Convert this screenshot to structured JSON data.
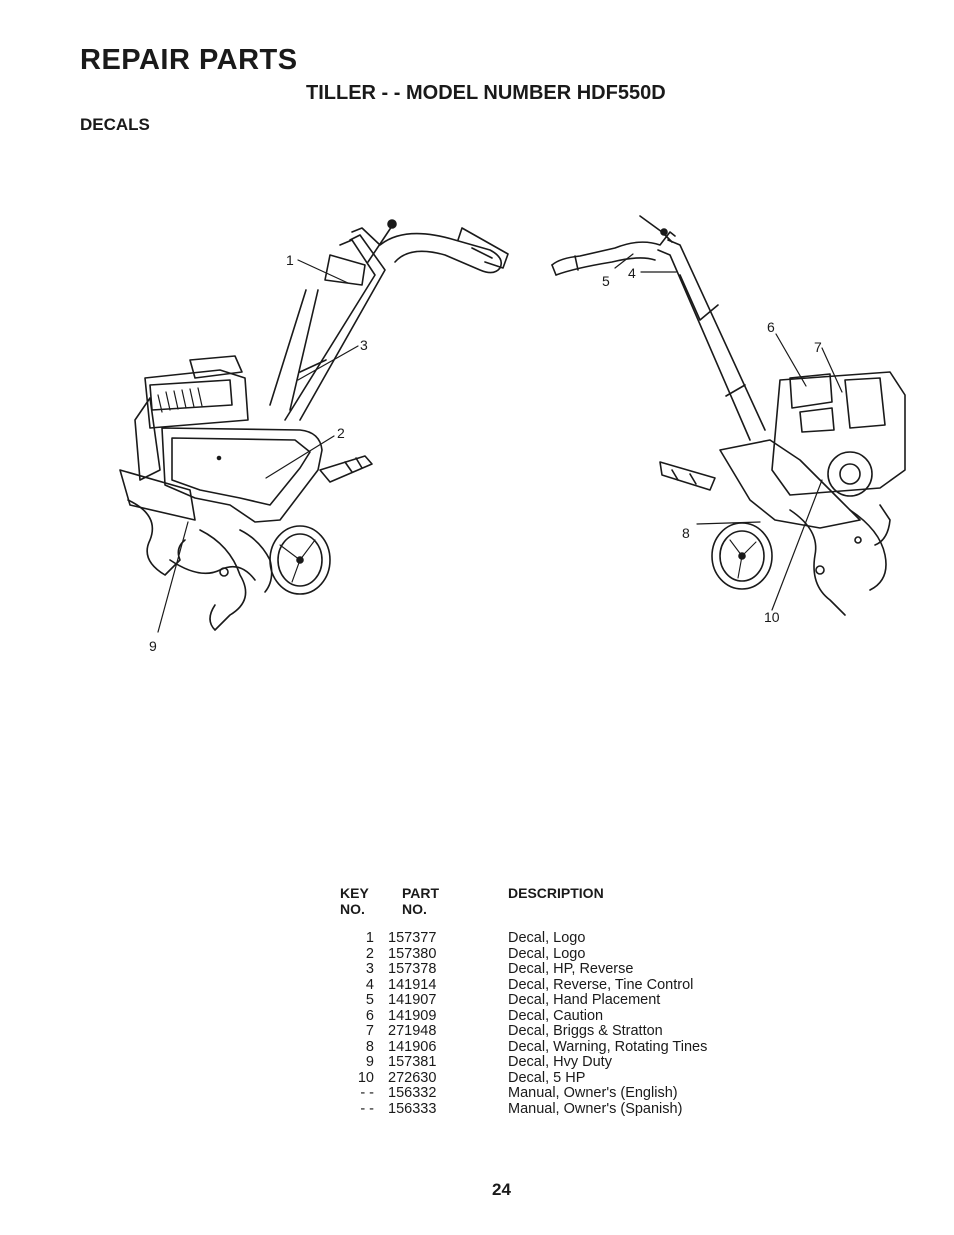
{
  "header": {
    "title": "REPAIR PARTS",
    "subtitle": "TILLER - - MODEL NUMBER HDF550D",
    "section": "DECALS"
  },
  "callouts": [
    "1",
    "2",
    "3",
    "4",
    "5",
    "6",
    "7",
    "8",
    "9",
    "10"
  ],
  "table": {
    "headers": {
      "key_line1": "KEY",
      "key_line2": "NO.",
      "part_line1": "PART",
      "part_line2": "NO.",
      "description": "DESCRIPTION"
    },
    "rows": [
      {
        "key": "1",
        "part": "157377",
        "desc": "Decal, Logo"
      },
      {
        "key": "2",
        "part": "157380",
        "desc": "Decal, Logo"
      },
      {
        "key": "3",
        "part": "157378",
        "desc": "Decal, HP, Reverse"
      },
      {
        "key": "4",
        "part": "141914",
        "desc": "Decal, Reverse, Tine Control"
      },
      {
        "key": "5",
        "part": "141907",
        "desc": "Decal, Hand Placement"
      },
      {
        "key": "6",
        "part": "141909",
        "desc": "Decal, Caution"
      },
      {
        "key": "7",
        "part": "271948",
        "desc": "Decal, Briggs & Stratton"
      },
      {
        "key": "8",
        "part": "141906",
        "desc": "Decal, Warning, Rotating Tines"
      },
      {
        "key": "9",
        "part": "157381",
        "desc": "Decal, Hvy Duty"
      },
      {
        "key": "10",
        "part": "272630",
        "desc": "Decal, 5 HP"
      },
      {
        "key": "- -",
        "part": "156332",
        "desc": "Manual, Owner's (English)"
      },
      {
        "key": "- -",
        "part": "156333",
        "desc": "Manual, Owner's (Spanish)"
      }
    ]
  },
  "page_number": "24"
}
